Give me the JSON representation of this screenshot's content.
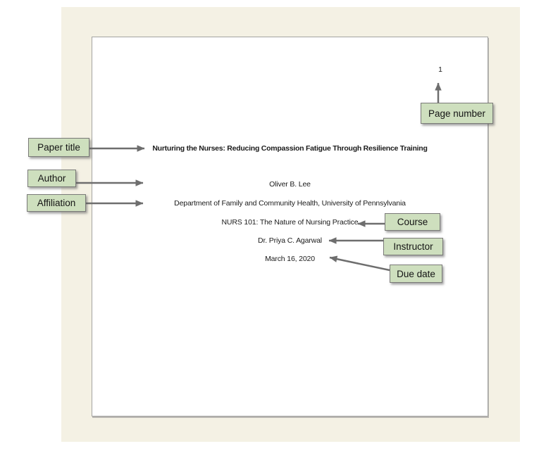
{
  "document": {
    "page_number": "1",
    "title": "Nurturing the Nurses: Reducing Compassion Fatigue Through Resilience Training",
    "author": "Oliver B. Lee",
    "affiliation": "Department of Family and Community Health, University of Pennsylvania",
    "course": "NURS 101: The Nature of Nursing Practice",
    "instructor": "Dr. Priya C. Agarwal",
    "due_date": "March 16, 2020"
  },
  "callouts": {
    "page_number": "Page number",
    "paper_title": "Paper title",
    "author": "Author",
    "affiliation": "Affiliation",
    "course": "Course",
    "instructor": "Instructor",
    "due_date": "Due date"
  },
  "colors": {
    "backdrop": "#f4f1e4",
    "page": "#ffffff",
    "page_border": "#a3a3a1",
    "callout_fill": "#cedfbe",
    "callout_border": "#7a7a78",
    "arrow": "#6e6e6e",
    "text": "#1b1b1b"
  }
}
